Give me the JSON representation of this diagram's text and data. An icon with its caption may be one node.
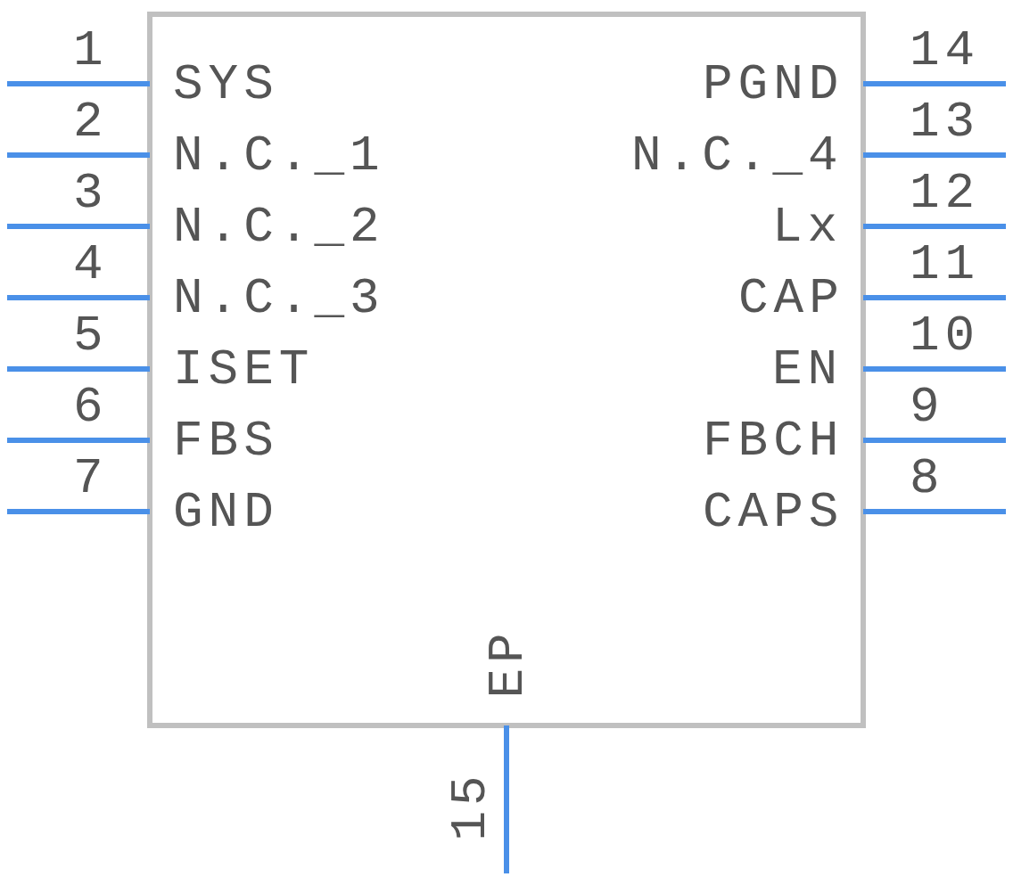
{
  "diagram": {
    "labels": [
      "1",
      "SYS",
      "PGND",
      "14",
      "2",
      "N.C._1",
      "N.C._4",
      "13",
      "3",
      "N.C._2",
      "Lx",
      "12",
      "4",
      "N.C._3",
      "CAP",
      "11",
      "5",
      "ISET",
      "EN",
      "10",
      "6",
      "FBS",
      "FBCH",
      "9",
      "7",
      "GND",
      "CAPS",
      "8",
      "EP",
      "15"
    ]
  }
}
